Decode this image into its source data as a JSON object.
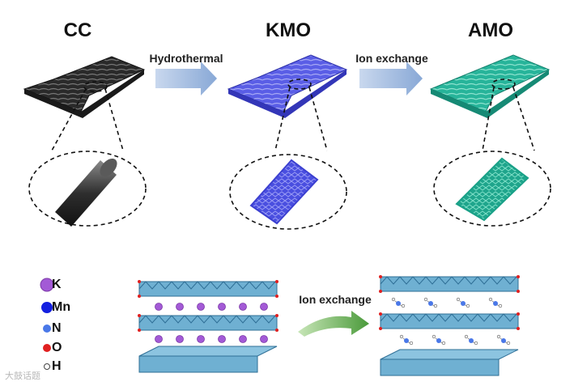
{
  "figure": {
    "materials": [
      "CC",
      "KMO",
      "AMO"
    ],
    "arrows": [
      "Hydrothermal",
      "Ion exchange"
    ],
    "bottom_arrow": "Ion exchange",
    "legend": [
      {
        "label": "K",
        "color": "#a35ad6"
      },
      {
        "label": "Mn",
        "color": "#1420e0"
      },
      {
        "label": "N",
        "color": "#4a78e8"
      },
      {
        "label": "O",
        "color": "#e02020"
      },
      {
        "label": "H",
        "color": "#ffffff"
      }
    ],
    "sheet_colors": {
      "CC": "#2a2a2a",
      "KMO": "#5a5ee6",
      "AMO": "#27b49a"
    }
  },
  "watermark": "大鼓话题"
}
